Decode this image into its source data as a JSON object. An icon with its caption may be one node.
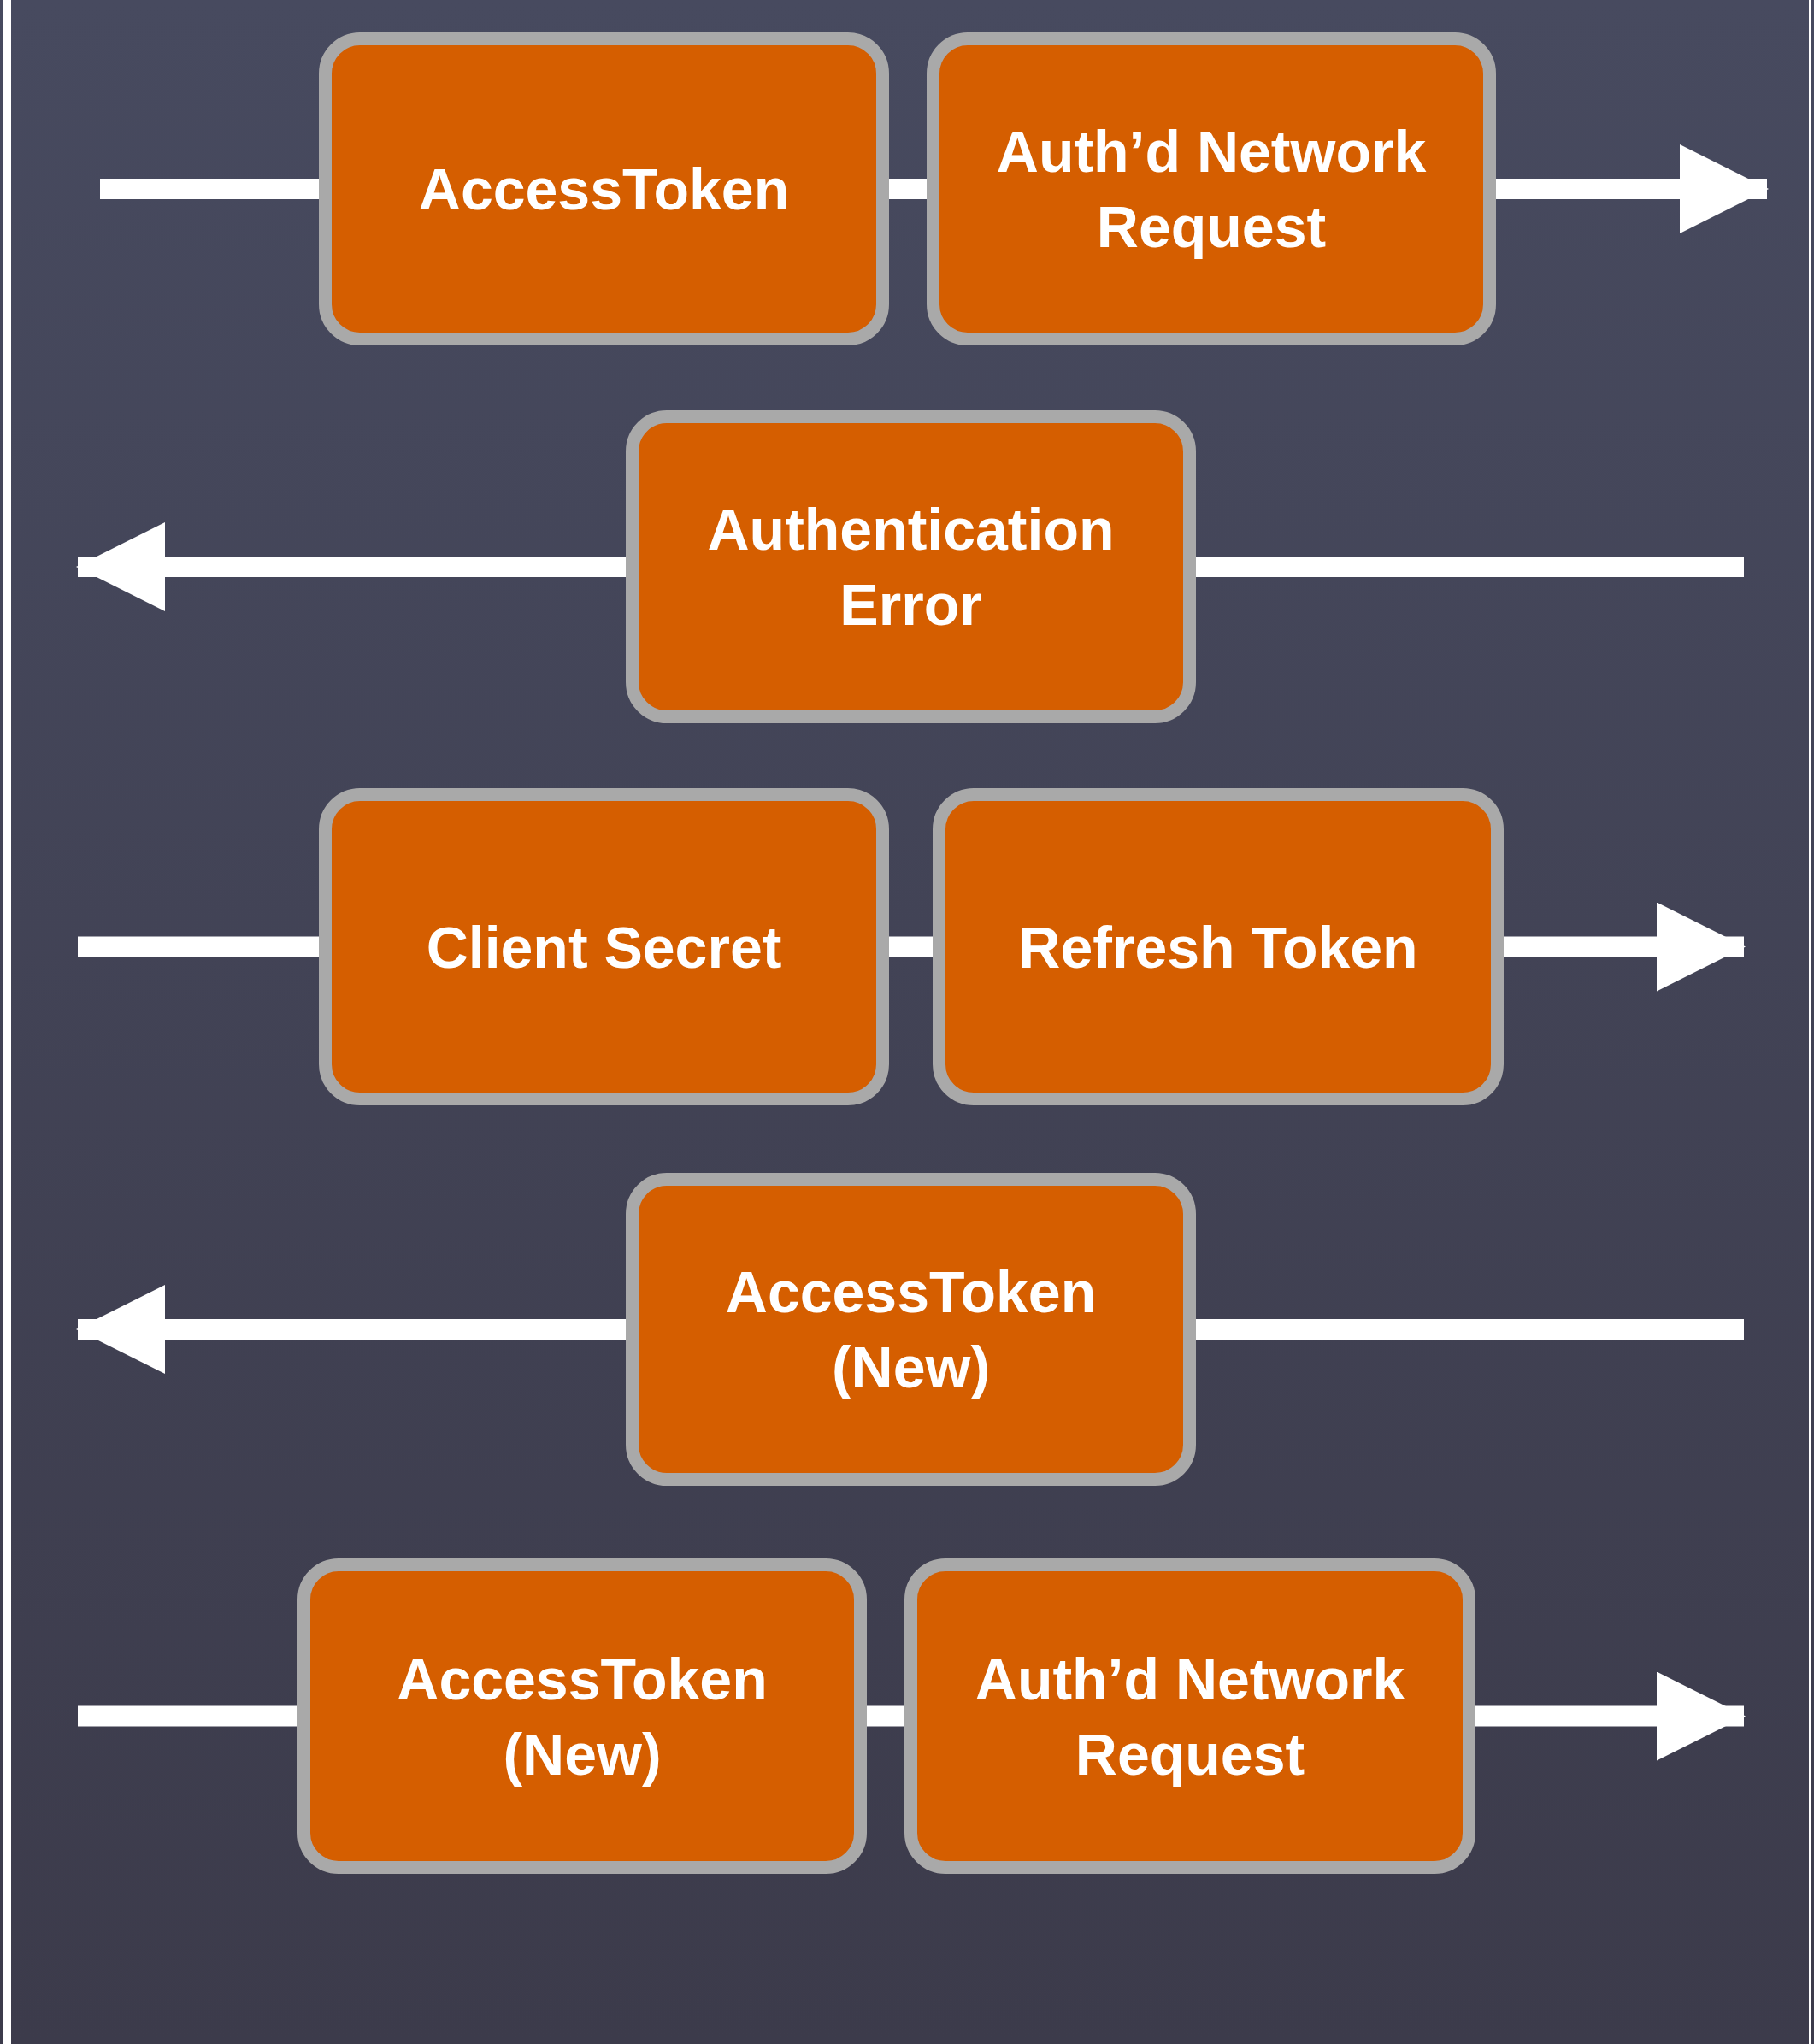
{
  "diagram": {
    "nodes": [
      {
        "text": [
          "AccessToken"
        ]
      },
      {
        "text": [
          "Auth’d Network Request"
        ]
      },
      {
        "text": [
          "Authentication Error"
        ]
      },
      {
        "text": [
          "Client Secret"
        ]
      },
      {
        "text": [
          "Refresh Token"
        ]
      },
      {
        "text": [
          "AccessToken (New)"
        ]
      },
      {
        "text": [
          "AccessToken (New)"
        ]
      },
      {
        "text": [
          "Auth’d Network Request"
        ]
      }
    ],
    "edges": [
      {
        "from": null,
        "to": 0,
        "arrow": "none"
      },
      {
        "from": 0,
        "to": 1,
        "arrow": "none"
      },
      {
        "from": 1,
        "to": null,
        "arrow": "to"
      },
      {
        "from": null,
        "to": 2,
        "arrow": "none"
      },
      {
        "from": 2,
        "to": null,
        "arrow": "to"
      },
      {
        "from": null,
        "to": 3,
        "arrow": "none"
      },
      {
        "from": 3,
        "to": 4,
        "arrow": "none"
      },
      {
        "from": 4,
        "to": null,
        "arrow": "to"
      },
      {
        "from": null,
        "to": 5,
        "arrow": "none"
      },
      {
        "from": 5,
        "to": null,
        "arrow": "to"
      },
      {
        "from": null,
        "to": 6,
        "arrow": "none"
      },
      {
        "from": 6,
        "to": 7,
        "arrow": "none"
      },
      {
        "from": 7,
        "to": null,
        "arrow": "to"
      }
    ]
  }
}
